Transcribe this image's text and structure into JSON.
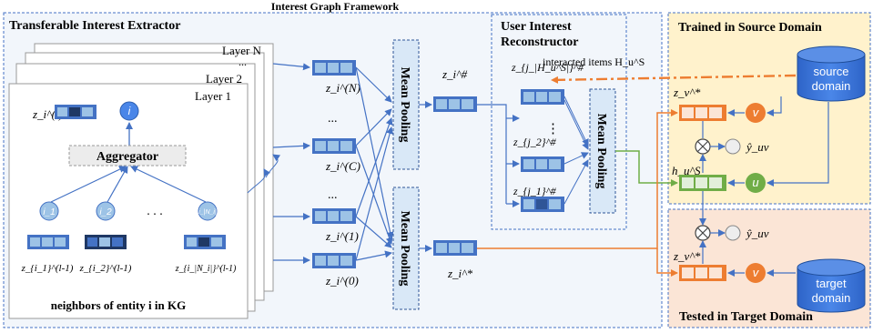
{
  "title": "Interest Graph Framework",
  "extractor": {
    "title": "Transferable Interest Extractor",
    "layer_n": "Layer N",
    "layer_2": "Layer 2",
    "layer_1": "Layer 1",
    "ellipsis": "...",
    "aggregator": "Aggregator",
    "center_node": "i",
    "center_label": "z_i^(l)",
    "neighbors": [
      "i_1",
      "i_2",
      "i_|N_i|"
    ],
    "neighbor_dots": ". . .",
    "neighbor_labels": [
      "z_{i_1}^(l-1)",
      "z_{i_2}^(l-1)",
      "z_{i_|N_i|}^(l-1)"
    ],
    "caption": "neighbors of entity i in KG"
  },
  "layer_outputs": [
    "z_i^(N)",
    "z_i^(C)",
    "z_i^(1)",
    "z_i^(0)"
  ],
  "mean_pooling": "Mean Pooling",
  "pooled": {
    "hash": "z_i^#",
    "star": "z_i^*"
  },
  "reconstructor": {
    "title_line1": "User Interest",
    "title_line2": "Reconstructor",
    "interacted": "interacted items H_u^S",
    "items": [
      "z_{j_|H_u^S|}^#",
      "z_{j_2}^#",
      "z_{j_1}^#"
    ],
    "dots": "⋮"
  },
  "source": {
    "title": "Trained in Source Domain",
    "db_line1": "source",
    "db_line2": "domain",
    "zv": "z_v^*",
    "v": "v",
    "u": "u",
    "hu": "h_u^S",
    "yhat": "ŷ_uv"
  },
  "target": {
    "title": "Tested in Target Domain",
    "db_line1": "target",
    "db_line2": "domain",
    "zv": "z_v^*",
    "v": "v",
    "yhat": "ŷ_uv"
  },
  "colors": {
    "vector_blue": "#4472c4",
    "vector_light": "#9dc3e6",
    "vector_dark": "#1f3864",
    "orange": "#ed7d31",
    "green": "#70ad47",
    "source_bg": "#fff2cc",
    "target_bg": "#fbe5d6",
    "panel_bg": "#f2f6fb"
  }
}
